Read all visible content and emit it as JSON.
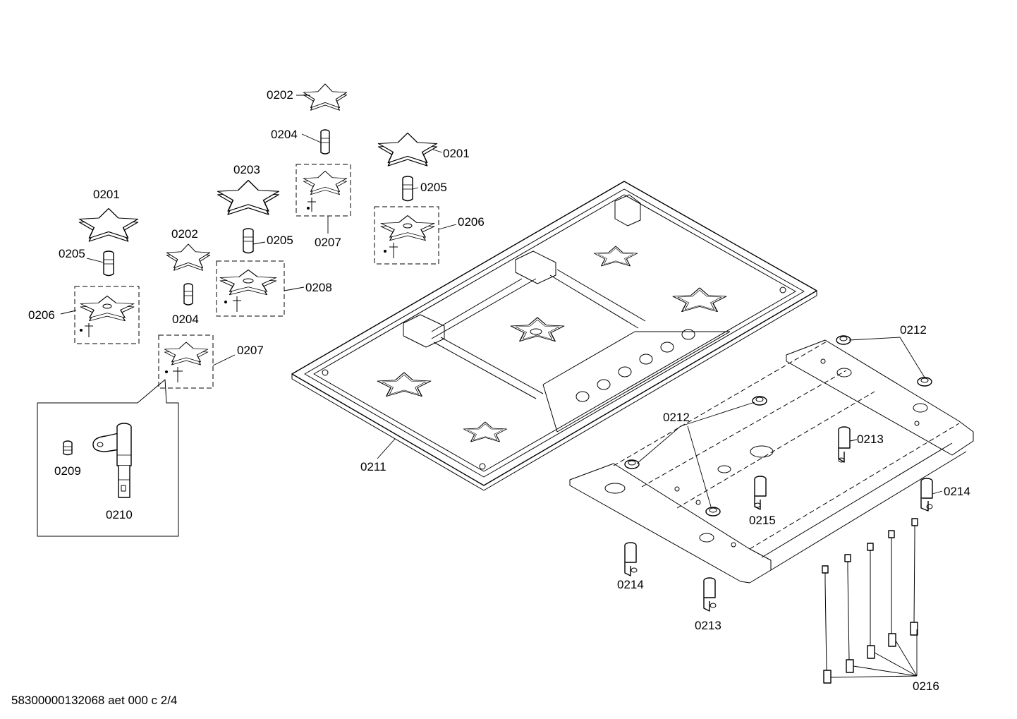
{
  "labels": {
    "l0201a": "0201",
    "l0201b": "0201",
    "l0202a": "0202",
    "l0202b": "0202",
    "l0203": "0203",
    "l0204a": "0204",
    "l0204b": "0204",
    "l0205a": "0205",
    "l0205b": "0205",
    "l0205c": "0205",
    "l0206a": "0206",
    "l0206b": "0206",
    "l0207a": "0207",
    "l0207b": "0207",
    "l0208": "0208",
    "l0209": "0209",
    "l0210": "0210",
    "l0211": "0211",
    "l0212a": "0212",
    "l0212b": "0212",
    "l0213a": "0213",
    "l0213b": "0213",
    "l0214a": "0214",
    "l0214b": "0214",
    "l0215": "0215",
    "l0216": "0216"
  },
  "footer": "58300000132068 aet 000 c 2/4"
}
